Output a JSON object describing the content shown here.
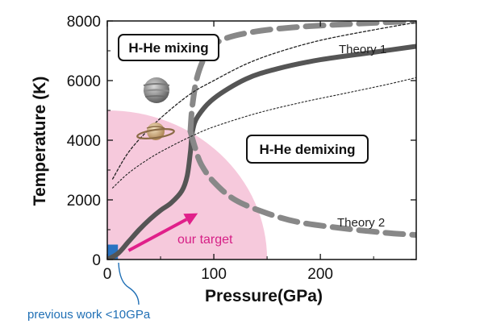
{
  "chart_data": {
    "type": "line",
    "xlabel": "Pressure(GPa)",
    "ylabel": "Temperature (K)",
    "xlim": [
      0,
      290
    ],
    "ylim": [
      0,
      8000
    ],
    "x_ticks": [
      0,
      100,
      200
    ],
    "y_ticks": [
      0,
      2000,
      4000,
      6000,
      8000
    ],
    "grid": false,
    "regions": [
      {
        "label": "H-He mixing",
        "x": 50,
        "y": 7250
      },
      {
        "label": "H-He demixing",
        "x": 235,
        "y": 3700
      }
    ],
    "series": [
      {
        "name": "Theory 1",
        "style": "solid-thick",
        "color": "#555555",
        "points": [
          [
            0,
            0
          ],
          [
            10,
            200
          ],
          [
            20,
            600
          ],
          [
            30,
            1000
          ],
          [
            40,
            1350
          ],
          [
            50,
            1650
          ],
          [
            60,
            1900
          ],
          [
            70,
            2300
          ],
          [
            75,
            2800
          ],
          [
            78,
            3600
          ],
          [
            80,
            4300
          ],
          [
            85,
            4800
          ],
          [
            100,
            5400
          ],
          [
            130,
            6050
          ],
          [
            160,
            6400
          ],
          [
            200,
            6700
          ],
          [
            250,
            6950
          ],
          [
            290,
            7150
          ]
        ]
      },
      {
        "name": "Theory 2",
        "style": "dashed-thick",
        "color": "#888888",
        "points": [
          [
            78,
            4300
          ],
          [
            80,
            5200
          ],
          [
            85,
            6200
          ],
          [
            95,
            7000
          ],
          [
            110,
            7400
          ],
          [
            140,
            7650
          ],
          [
            180,
            7800
          ],
          [
            230,
            7900
          ],
          [
            290,
            8000
          ],
          [
            82,
            3800
          ],
          [
            88,
            3200
          ],
          [
            100,
            2600
          ],
          [
            120,
            2000
          ],
          [
            150,
            1550
          ],
          [
            180,
            1250
          ],
          [
            220,
            1050
          ],
          [
            260,
            900
          ],
          [
            290,
            820
          ]
        ]
      },
      {
        "style": "dotted-thin-upper",
        "color": "#222222",
        "points": [
          [
            5,
            2700
          ],
          [
            20,
            3600
          ],
          [
            40,
            4400
          ],
          [
            60,
            5050
          ],
          [
            80,
            5600
          ],
          [
            100,
            6000
          ],
          [
            130,
            6550
          ],
          [
            160,
            6950
          ],
          [
            200,
            7350
          ],
          [
            250,
            7700
          ],
          [
            290,
            7950
          ]
        ]
      },
      {
        "style": "dotted-thin-lower",
        "color": "#222222",
        "points": [
          [
            5,
            2400
          ],
          [
            20,
            2900
          ],
          [
            40,
            3400
          ],
          [
            60,
            3800
          ],
          [
            80,
            4150
          ],
          [
            100,
            4450
          ],
          [
            140,
            4900
          ],
          [
            180,
            5250
          ],
          [
            220,
            5550
          ],
          [
            260,
            5850
          ],
          [
            290,
            6100
          ]
        ]
      }
    ],
    "annotations": [
      {
        "text": "Theory 1",
        "x": 243,
        "y": 7100
      },
      {
        "text": "Theory 2",
        "x": 232,
        "y": 1200
      },
      {
        "text": "our target",
        "x": 100,
        "y": 700
      },
      {
        "text": "previous work <10GPa"
      }
    ],
    "shaded_region": {
      "label": "our target",
      "x_max": 150,
      "y_max": 5000,
      "color": "#f6c9dc"
    },
    "previous_region": {
      "x_max": 10,
      "y_max": 500,
      "color": "#2a73c2"
    },
    "arrow": {
      "from": [
        20,
        300
      ],
      "to": [
        85,
        1550
      ],
      "color": "#e0208a"
    },
    "icons": [
      "jupiter-icon",
      "saturn-icon"
    ],
    "colors": {
      "pink_region": "#f6c9dc",
      "arrow": "#e0208a",
      "previous": "#2a73c2",
      "theory1": "#555555",
      "theory2": "#888888"
    }
  }
}
